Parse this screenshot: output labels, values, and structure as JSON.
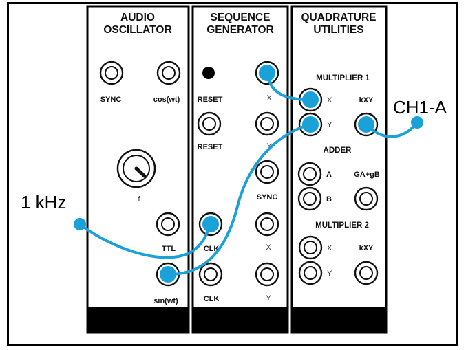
{
  "modules": {
    "audio_oscillator": {
      "title_line1": "AUDIO",
      "title_line2": "OSCILLATOR",
      "sync": "SYNC",
      "cos": "cos(wt)",
      "knob": "f",
      "ttl": "TTL",
      "sin": "sin(wt)"
    },
    "sequence_generator": {
      "title_line1": "SEQUENCE",
      "title_line2": "GENERATOR",
      "reset_top": "RESET",
      "x_top": "X",
      "reset": "RESET",
      "y_top": "Y",
      "sync": "SYNC",
      "clk_mid": "CLK",
      "x_bottom": "X",
      "clk_bottom": "CLK",
      "y_bottom": "Y"
    },
    "quadrature_utilities": {
      "title_line1": "QUADRATURE",
      "title_line2": "UTILITIES",
      "multiplier1": "MULTIPLIER 1",
      "m1_x": "X",
      "m1_y": "Y",
      "m1_kxy": "kXY",
      "adder": "ADDER",
      "adder_a": "A",
      "adder_b": "B",
      "adder_out": "GA+gB",
      "multiplier2": "MULTIPLIER 2",
      "m2_x": "X",
      "m2_y": "Y",
      "m2_kxy": "kXY"
    }
  },
  "external": {
    "input_label": "1 kHz",
    "output_label": "CH1-A"
  },
  "colors": {
    "wire": "#1aa1d8",
    "panel": "#ffffff",
    "border": "#000000"
  }
}
